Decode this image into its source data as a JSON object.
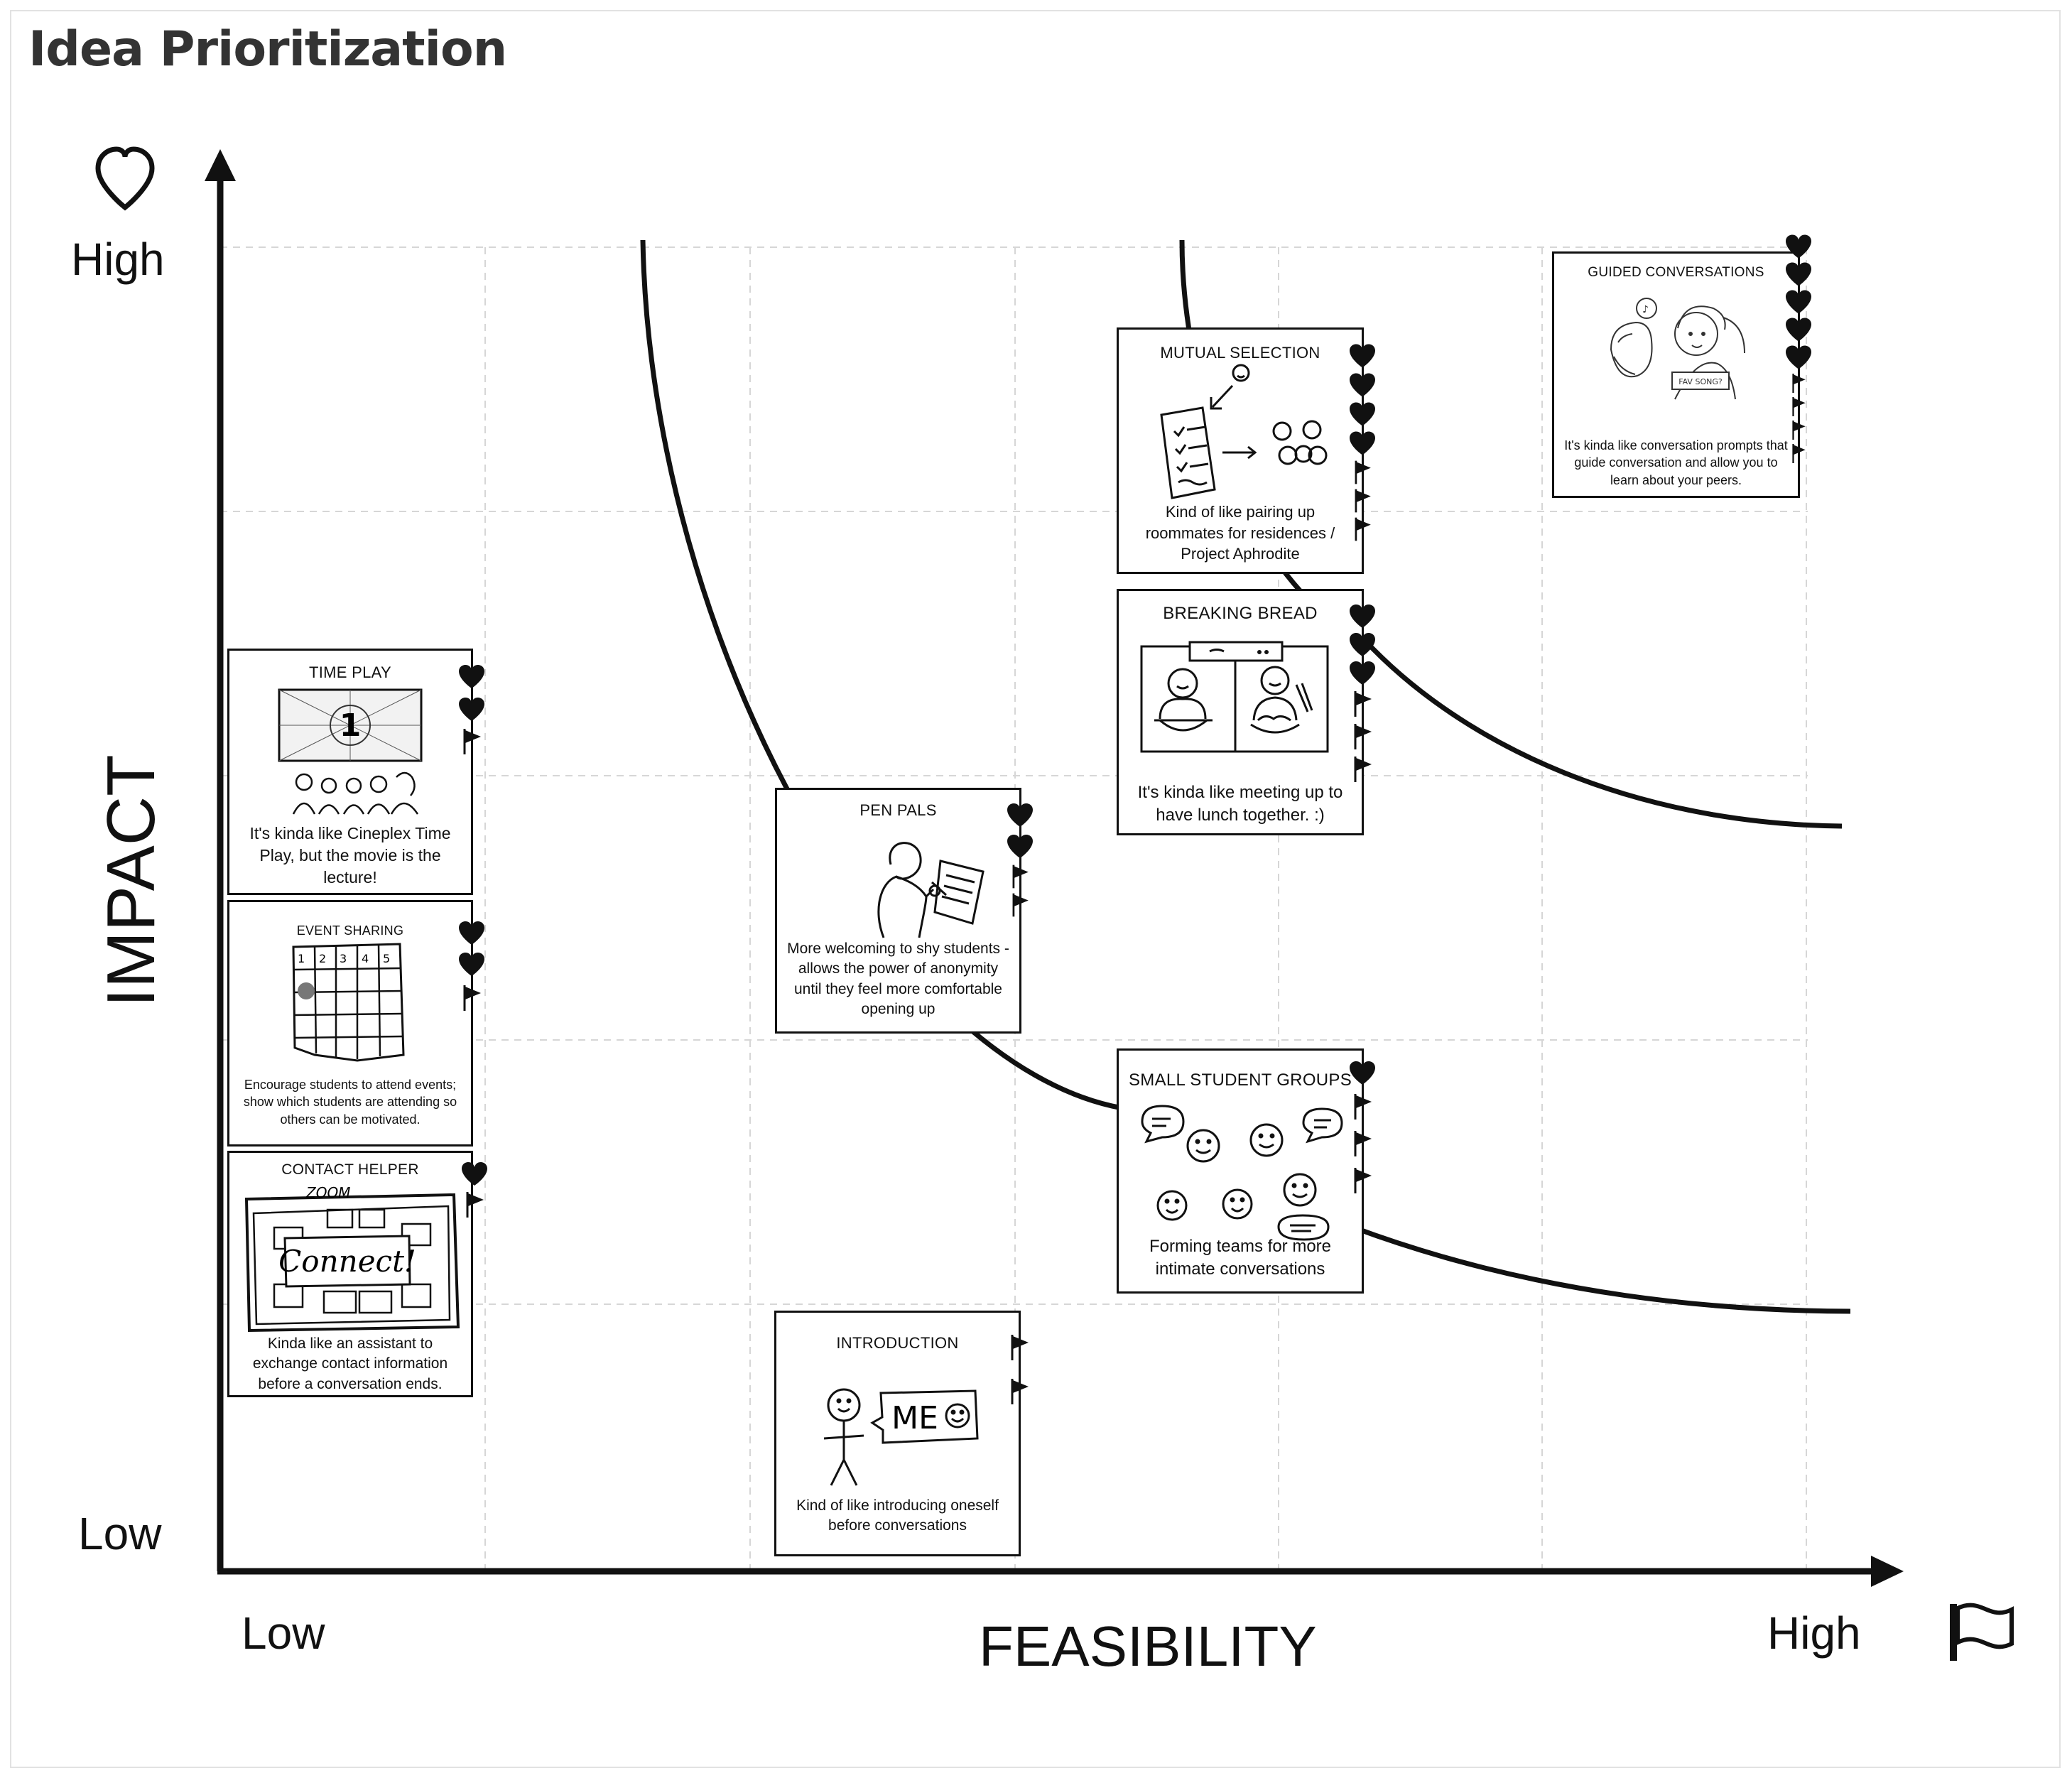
{
  "page_title": "Idea Prioritization",
  "y_axis": {
    "label": "IMPACT",
    "high": "High",
    "low": "Low",
    "icon": "heart-icon"
  },
  "x_axis": {
    "label": "FEASIBILITY",
    "low": "Low",
    "high": "High",
    "icon": "flag-icon"
  },
  "cards": [
    {
      "id": "time-play",
      "title": "TIME PLAY",
      "description": "It's kinda like Cineplex Time Play, but the movie is the lecture!",
      "hearts": 2,
      "flags": 1,
      "art": "movie-countdown-sketch"
    },
    {
      "id": "event-sharing",
      "title": "EVENT SHARING",
      "description": "Encourage students to attend events; show which students are attending so others can be motivated.",
      "hearts": 2,
      "flags": 1,
      "art": "calendar-grid-sketch"
    },
    {
      "id": "contact-helper",
      "title": "CONTACT HELPER",
      "description": "Kinda like an assistant to exchange contact information before a conversation ends.",
      "hearts": 1,
      "flags": 1,
      "art": "zoom-connect-sketch",
      "art_text": {
        "top": "ZOOM",
        "main": "Connect!"
      }
    },
    {
      "id": "pen-pals",
      "title": "PEN PALS",
      "description": "More welcoming to shy students - allows the power of anonymity until they feel more comfortable opening up",
      "hearts": 2,
      "flags": 2,
      "art": "person-writing-sketch"
    },
    {
      "id": "introduction",
      "title": "INTRODUCTION",
      "description": "Kind of like introducing oneself before conversations",
      "hearts": 0,
      "flags": 2,
      "art": "stick-figure-me-sketch",
      "art_text": {
        "main": "ME"
      }
    },
    {
      "id": "mutual-selection",
      "title": "MUTUAL SELECTION",
      "description": "Kind of like pairing up roommates for residences / Project Aphrodite",
      "hearts": 4,
      "flags": 3,
      "art": "checklist-matching-sketch"
    },
    {
      "id": "breaking-bread",
      "title": "BREAKING BREAD",
      "description": "It's kinda like meeting up to have lunch together. :)",
      "hearts": 3,
      "flags": 3,
      "art": "video-call-lunch-sketch"
    },
    {
      "id": "small-student-groups",
      "title": "SMALL STUDENT GROUPS",
      "description": "Forming teams for more intimate conversations",
      "hearts": 1,
      "flags": 3,
      "art": "smiley-group-sketch"
    },
    {
      "id": "guided-conversations",
      "title": "GUIDED CONVERSATIONS",
      "description": "It's kinda like conversation prompts that guide conversation and allow you to learn about your peers.",
      "hearts": 5,
      "flags": 4,
      "art": "two-people-talking-sketch",
      "art_text": {
        "main": "FAV SONG?"
      }
    }
  ]
}
